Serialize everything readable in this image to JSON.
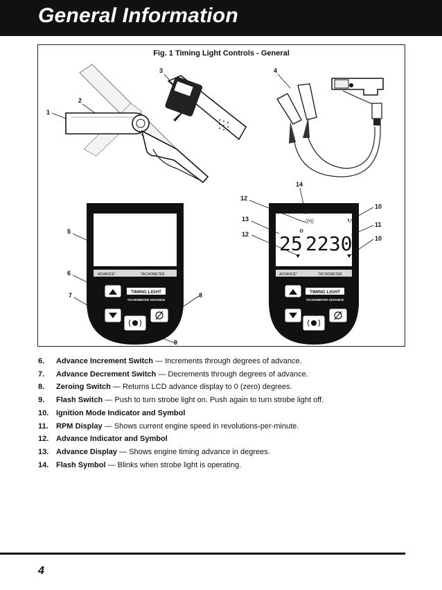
{
  "header": {
    "title": "General Information"
  },
  "figure": {
    "caption": "Fig. 1  Timing Light Controls - General",
    "callouts": [
      "1",
      "2",
      "3",
      "4",
      "5",
      "6",
      "7",
      "8",
      "9",
      "14",
      "12",
      "13",
      "12",
      "10",
      "11",
      "10"
    ],
    "device_labels": {
      "advance": "ADVANCE°",
      "tachometer": "TACHOMETER",
      "timing_light": "TIMING LIGHT",
      "tach_adv": "TACHOMETER  ADVANCE"
    },
    "lcd": {
      "advance_value": "25",
      "rpm_value": "2230"
    }
  },
  "items": [
    {
      "num": "6.",
      "term": "Advance Increment Switch",
      "desc": " — Increments through degrees of advance."
    },
    {
      "num": "7.",
      "term": "Advance Decrement Switch",
      "desc": " — Decrements through degrees of advance."
    },
    {
      "num": "8.",
      "term": "Zeroing Switch",
      "desc": " — Returns LCD advance display to 0 (zero) degrees."
    },
    {
      "num": "9.",
      "term": "Flash Switch",
      "desc": " — Push to turn strobe light on. Push again to turn strobe light off."
    },
    {
      "num": "10.",
      "term": "Ignition Mode Indicator and Symbol",
      "desc": ""
    },
    {
      "num": "11.",
      "term": "RPM Display",
      "desc": " — Shows current engine speed in revolutions-per-minute."
    },
    {
      "num": "12.",
      "term": "Advance Indicator and Symbol",
      "desc": ""
    },
    {
      "num": "13.",
      "term": "Advance Display",
      "desc": " — Shows engine timing advance in degrees."
    },
    {
      "num": "14.",
      "term": "Flash Symbol",
      "desc": " — Blinks when strobe light is operating."
    }
  ],
  "footer": {
    "page_number": "4"
  }
}
